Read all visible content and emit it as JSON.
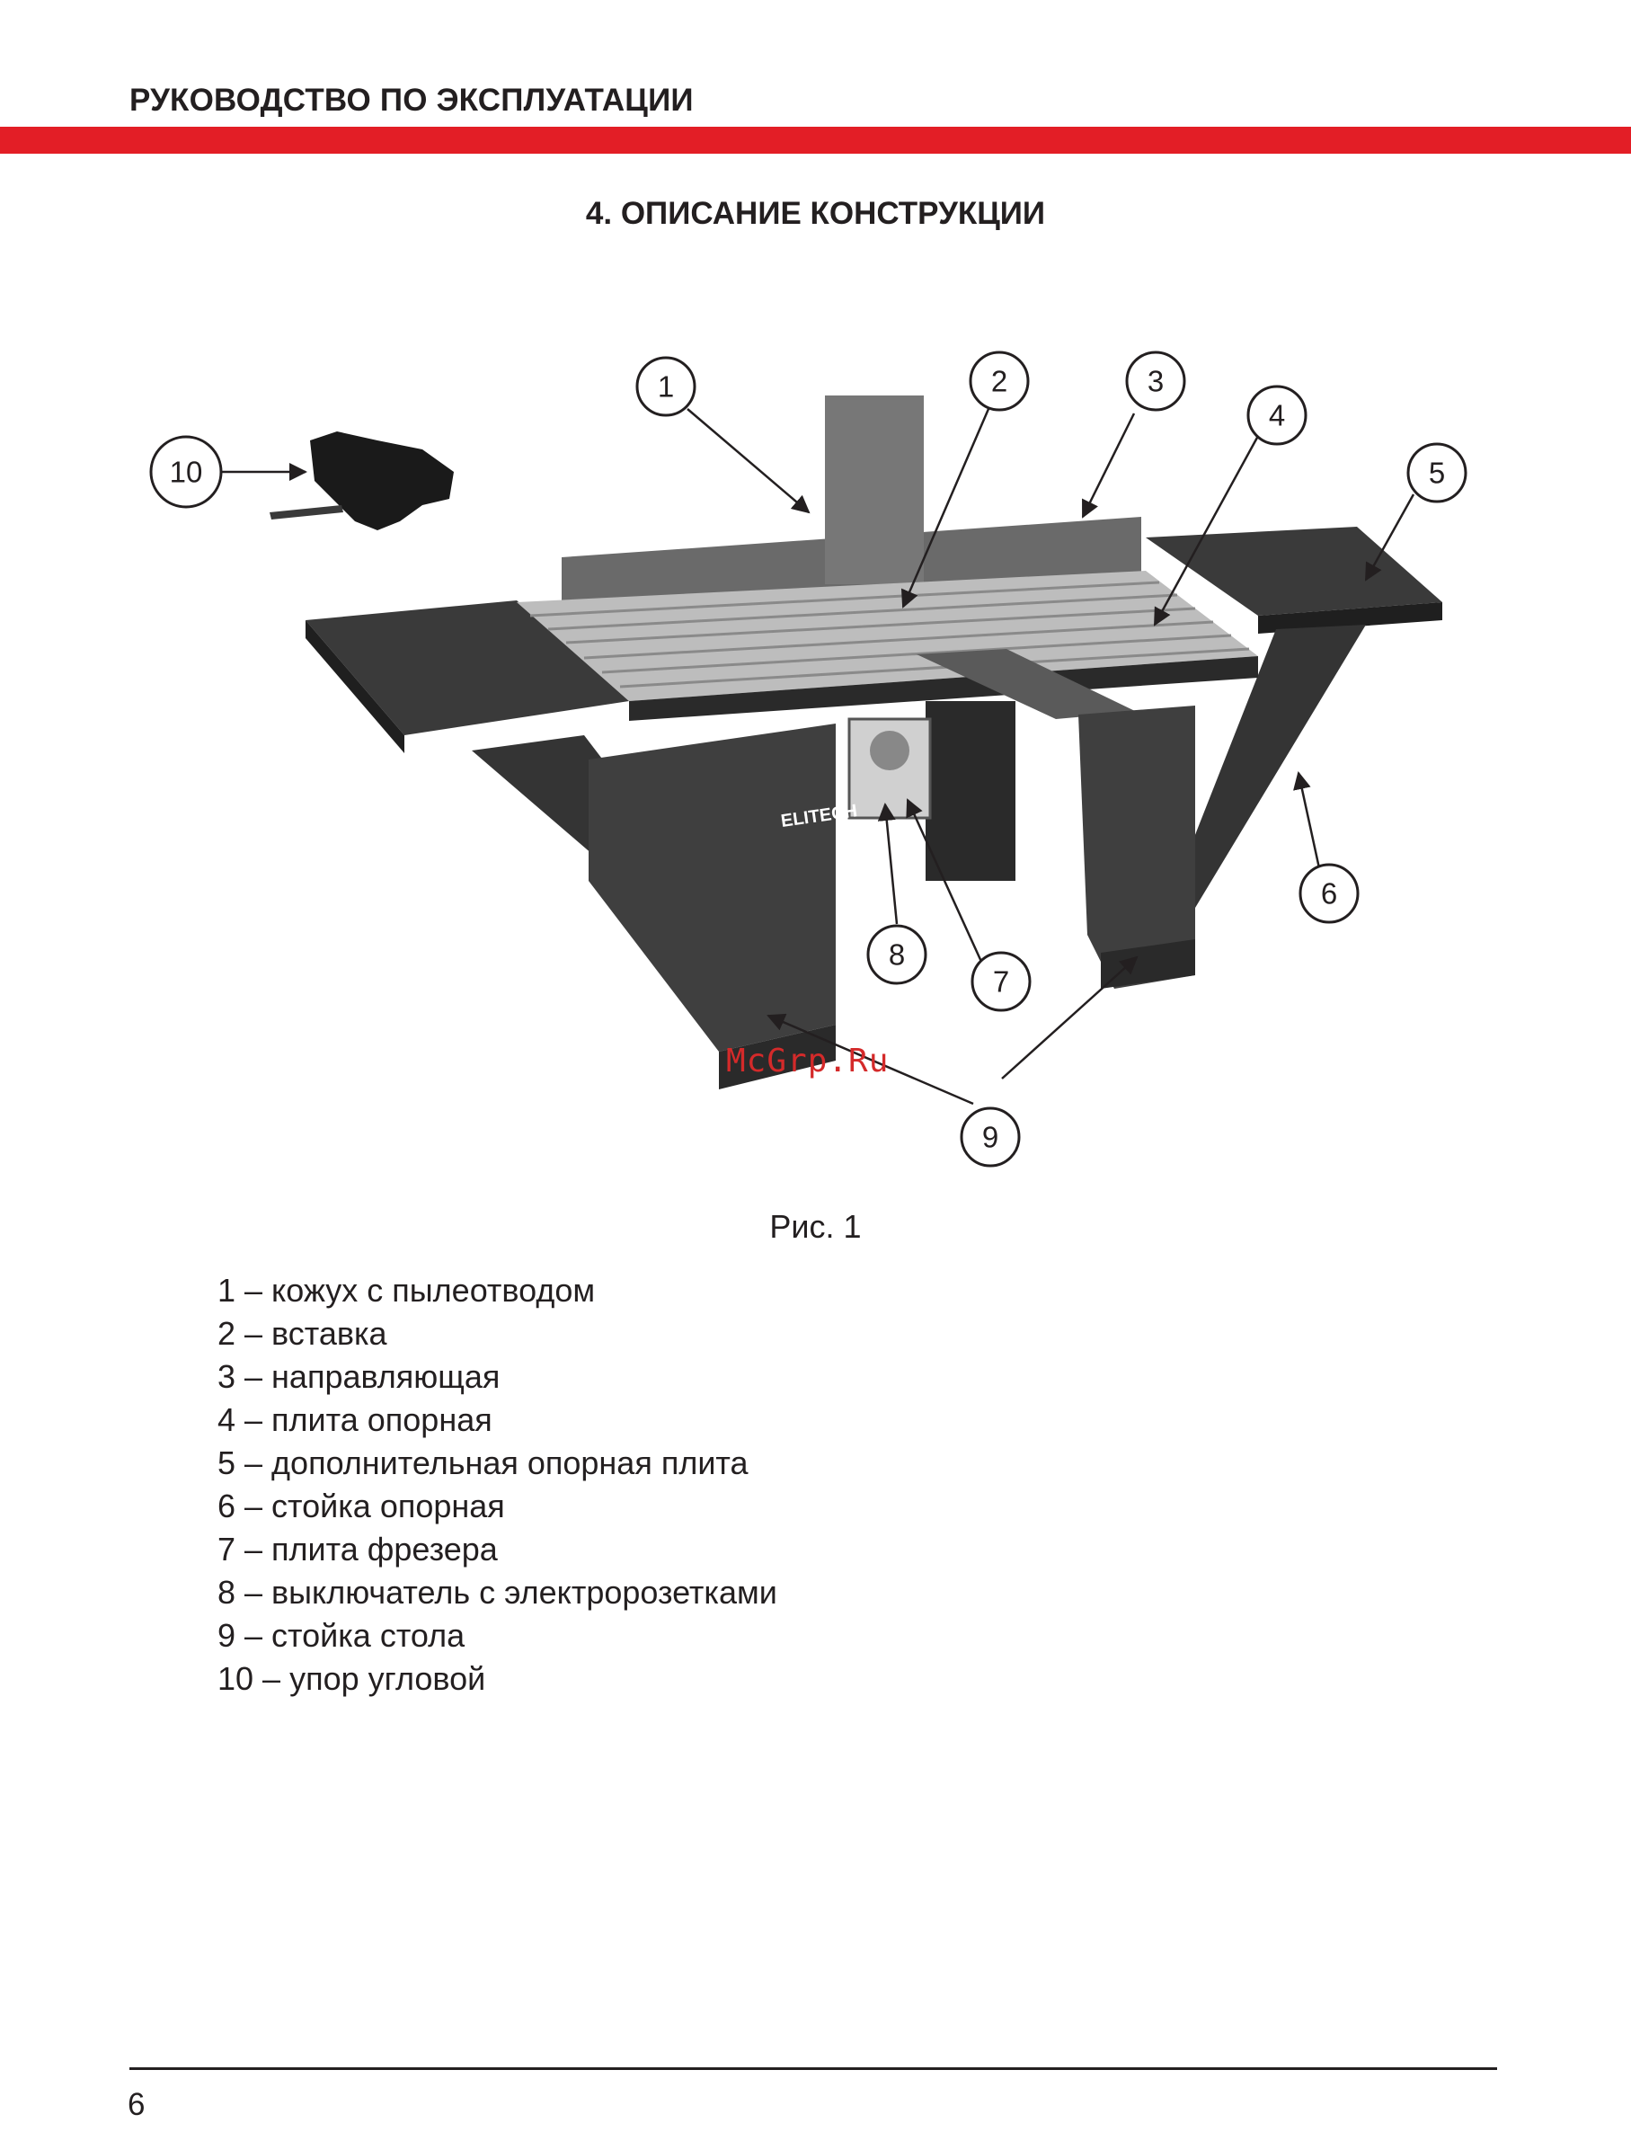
{
  "header": {
    "title": "РУКОВОДСТВО ПО ЭКСПЛУАТАЦИИ",
    "accent_color": "#e31e26"
  },
  "section": {
    "title": "4. ОПИСАНИЕ КОНСТРУКЦИИ"
  },
  "figure": {
    "brand_label": "ELITECH",
    "callouts": [
      "1",
      "2",
      "3",
      "4",
      "5",
      "6",
      "7",
      "8",
      "9",
      "10"
    ],
    "caption": "Рис. 1"
  },
  "watermark": "McGrp.Ru",
  "legend": [
    "1 – кожух с пылеотводом",
    "2 – вставка",
    "3 – направляющая",
    "4 – плита опорная",
    "5 – дополнительная опорная плита",
    "6 – стойка опорная",
    "7 – плита фрезера",
    "8 – выключатель с электророзетками",
    "9 – стойка стола",
    "10 – упор угловой"
  ],
  "footer": {
    "page_number": "6"
  }
}
